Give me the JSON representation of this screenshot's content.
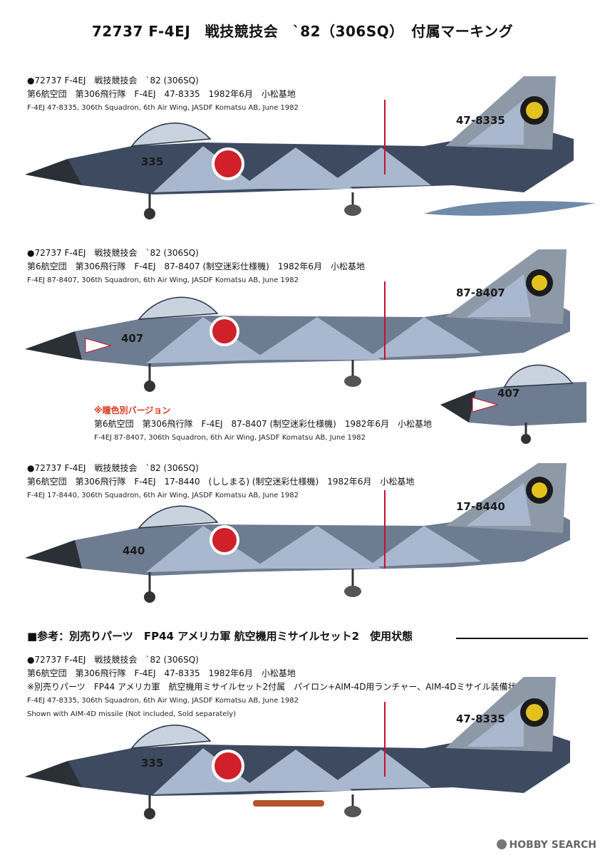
{
  "title": "72737 F-4EJ　戦技競技会　`82（306SQ）　付属マーキング",
  "sections": [
    {
      "line1": "●72737 F-4EJ　戦技競技会　`82 (306SQ)",
      "line2": "第6航空団　第306飛行隊　F-4EJ　47-8335　1982年6月　小松基地",
      "line3": "F-4EJ 47-8335, 306th Squadron, 6th Air Wing, JASDF Komatsu AB, June 1982",
      "tail": "47-8335",
      "nose": "335"
    },
    {
      "line1": "●72737 F-4EJ　戦技競技会　`82 (306SQ)",
      "line2": "第6航空団　第306飛行隊　F-4EJ　87-8407 (制空迷彩仕様機)　1982年6月　小松基地",
      "line3": "F-4EJ 87-8407, 306th Squadron, 6th Air Wing, JASDF Komatsu AB, June 1982",
      "tail": "87-8407",
      "nose": "407"
    },
    {
      "variant": "※瞳色別バージョン",
      "line2": "第6航空団　第306飛行隊　F-4EJ　87-8407 (制空迷彩仕様機)　1982年6月　小松基地",
      "line3": "F-4EJ 87-8407, 306th Squadron, 6th Air Wing, JASDF Komatsu AB, June 1982",
      "nose": "407"
    },
    {
      "line1": "●72737 F-4EJ　戦技競技会　`82 (306SQ)",
      "line2": "第6航空団　第306飛行隊　F-4EJ　17-8440　(ししまる) (制空迷彩仕様機)　1982年6月　小松基地",
      "line3": "F-4EJ 17-8440, 306th Squadron, 6th Air Wing, JASDF Komatsu AB, June 1982",
      "tail": "17-8440",
      "nose": "440"
    }
  ],
  "reference": {
    "heading": "■参考：別売りパーツ　FP44 アメリカ軍 航空機用ミサイルセット2　使用状態",
    "line1": "●72737 F-4EJ　戦技競技会　`82 (306SQ)",
    "line2": "第6航空団　第306飛行隊　F-4EJ　47-8335　1982年6月　小松基地",
    "line3": "※別売りパーツ　FP44 アメリカ軍　航空機用ミサイルセット2付属　パイロン+AIM-4D用ランチャー、AIM-4Dミサイル装備状態",
    "line4": "F-4EJ 47-8335, 306th Squadron, 6th Air Wing, JASDF Komatsu AB, June 1982",
    "line5": "Shown with AIM-4D missile (Not included, Sold separately)",
    "tail": "47-8335",
    "nose": "335"
  },
  "watermark": "HOBBY SEARCH",
  "colors": {
    "dark_blue": "#3d4a60",
    "light_blue": "#a9b8cf",
    "grey": "#8e99a8",
    "hinomaru": "#d0202a",
    "accent_red": "#c8102e"
  }
}
